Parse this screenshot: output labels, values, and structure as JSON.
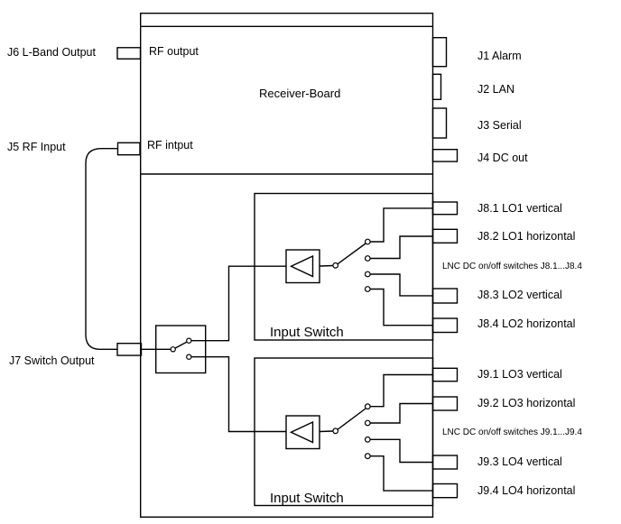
{
  "board": {
    "name": "Receiver-Board",
    "rf_output_label": "RF output",
    "rf_input_label": "RF intput"
  },
  "input_switches": [
    {
      "label": "Input Switch"
    },
    {
      "label": "Input Switch"
    }
  ],
  "left_ports": [
    {
      "id": "J6",
      "label": "J6 L-Band Output"
    },
    {
      "id": "J5",
      "label": "J5 RF Input"
    },
    {
      "id": "J7",
      "label": "J7 Switch Output"
    }
  ],
  "right_ports": [
    {
      "id": "J1",
      "label": "J1 Alarm"
    },
    {
      "id": "J2",
      "label": "J2 LAN"
    },
    {
      "id": "J3",
      "label": "J3 Serial"
    },
    {
      "id": "J4",
      "label": "J4 DC out"
    },
    {
      "id": "J8.1",
      "label": "J8.1 LO1 vertical"
    },
    {
      "id": "J8.2",
      "label": "J8.2 LO1 horizontal"
    },
    {
      "id": "J8.3",
      "label": "J8.3 LO2 vertical"
    },
    {
      "id": "J8.4",
      "label": "J8.4 LO2 horizontal"
    },
    {
      "id": "J9.1",
      "label": "J9.1 LO3 vertical"
    },
    {
      "id": "J9.2",
      "label": "J9.2 LO3 horizontal"
    },
    {
      "id": "J9.3",
      "label": "J9.3 LO4 vertical"
    },
    {
      "id": "J9.4",
      "label": "J9.4 LO4 horizontal"
    }
  ],
  "notes": [
    {
      "text": "LNC DC on/off switches J8.1...J8.4"
    },
    {
      "text": "LNC DC on/off switches J9.1...J9.4"
    }
  ],
  "colors": {
    "line": "#000000",
    "text": "#000000",
    "background": "#ffffff"
  }
}
